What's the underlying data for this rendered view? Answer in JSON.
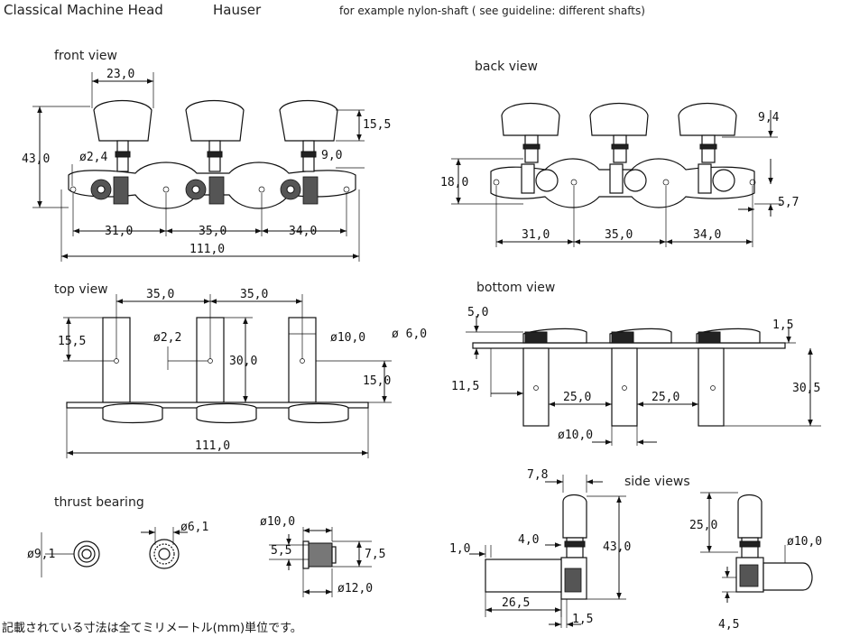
{
  "header": {
    "title": "Classical Machine Head",
    "brand": "Hauser",
    "note": "for example nylon-shaft ( see guideline: different shafts)"
  },
  "views": {
    "front": "front view",
    "back": "back view",
    "top": "top view",
    "bottom": "bottom view",
    "thrust": "thrust bearing",
    "side": "side views"
  },
  "dims": {
    "front": {
      "d1": "23,0",
      "d2": "15,5",
      "d3": "43,0",
      "d4": "ø2,4",
      "d5": "9,0",
      "d6": "31,0",
      "d7": "35,0",
      "d8": "34,0",
      "d9": "111,0"
    },
    "back": {
      "d1": "9,4",
      "d2": "18,0",
      "d3": "5,7",
      "d4": "31,0",
      "d5": "35,0",
      "d6": "34,0"
    },
    "top": {
      "d1": "35,0",
      "d2": "35,0",
      "d3": "15,5",
      "d4": "ø2,2",
      "d5": "ø10,0",
      "d6": "ø 6,0",
      "d7": "30,0",
      "d8": "15,0",
      "d9": "111,0"
    },
    "bottom": {
      "d1": "5,0",
      "d2": "1,5",
      "d3": "11,5",
      "d4": "25,0",
      "d5": "25,0",
      "d6": "30,5",
      "d7": "ø10,0"
    },
    "thrust": {
      "d1": "ø9,1",
      "d2": "ø6,1",
      "d3": "ø10,0",
      "d4": "5,5",
      "d5": "7,5",
      "d6": "ø12,0"
    },
    "side": {
      "d1": "7,8",
      "d2": "4,0",
      "d3": "1,0",
      "d4": "43,0",
      "d5": "26,5",
      "d6": "1,5",
      "d7": "25,0",
      "d8": "ø10,0",
      "d9": "4,5"
    }
  },
  "footer": {
    "note": "記載されている寸法は全てミリメートル(mm)単位です。"
  }
}
